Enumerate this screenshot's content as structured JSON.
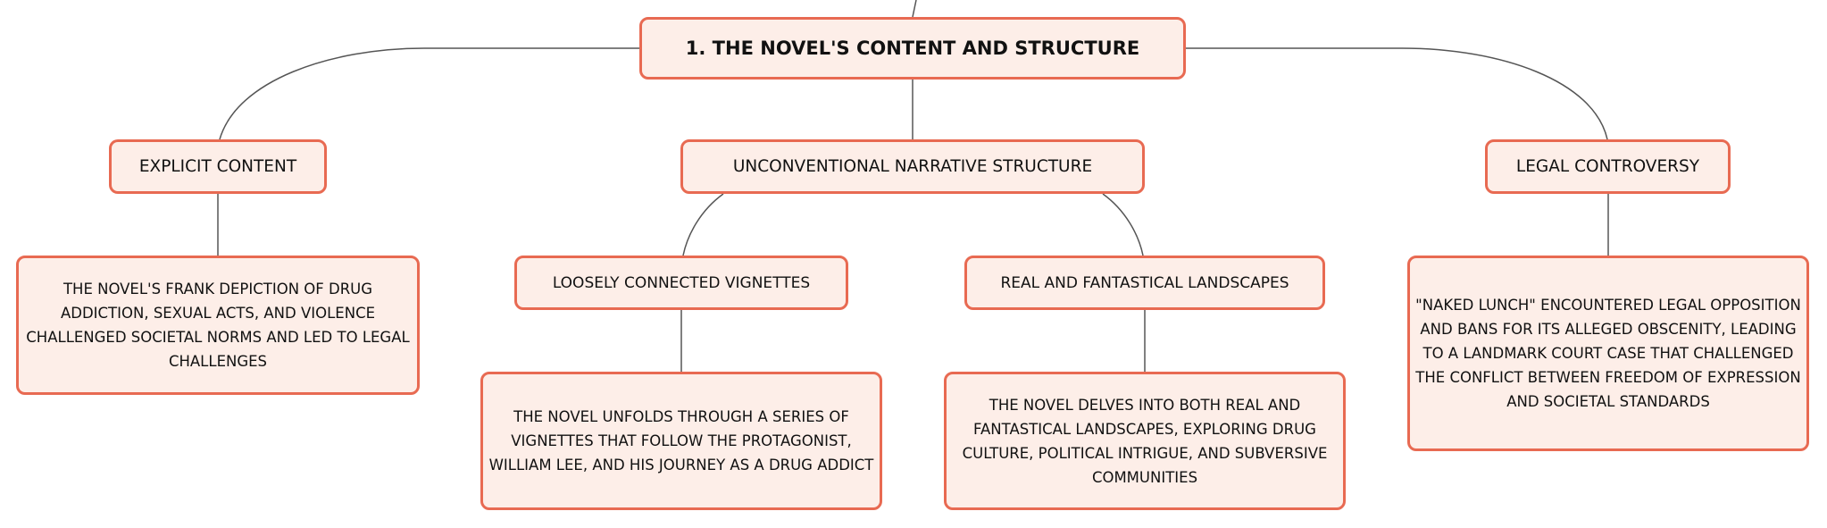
{
  "root": {
    "label": "1. THE NOVEL'S CONTENT AND STRUCTURE"
  },
  "topics": {
    "explicit": {
      "label": "EXPLICIT CONTENT",
      "detail": "THE NOVEL'S FRANK DEPICTION OF DRUG ADDICTION, SEXUAL ACTS, AND VIOLENCE CHALLENGED SOCIETAL NORMS AND LED TO LEGAL CHALLENGES"
    },
    "narrative": {
      "label": "UNCONVENTIONAL NARRATIVE STRUCTURE",
      "subtopics": {
        "vignettes": {
          "label": "LOOSELY CONNECTED VIGNETTES",
          "detail": "THE NOVEL UNFOLDS THROUGH A SERIES OF VIGNETTES THAT FOLLOW THE PROTAGONIST, WILLIAM LEE, AND HIS JOURNEY AS A DRUG ADDICT"
        },
        "landscapes": {
          "label": "REAL AND FANTASTICAL LANDSCAPES",
          "detail": "THE NOVEL DELVES INTO BOTH REAL AND FANTASTICAL LANDSCAPES, EXPLORING DRUG CULTURE, POLITICAL INTRIGUE, AND SUBVERSIVE COMMUNITIES"
        }
      }
    },
    "legal": {
      "label": "LEGAL CONTROVERSY",
      "detail": "\"NAKED LUNCH\" ENCOUNTERED LEGAL OPPOSITION AND BANS FOR ITS ALLEGED OBSCENITY, LEADING TO A LANDMARK COURT CASE THAT CHALLENGED THE CONFLICT BETWEEN FREEDOM OF EXPRESSION AND SOCIETAL STANDARDS"
    }
  },
  "colors": {
    "node_fill": "#fdeee8",
    "node_border": "#e86a52",
    "connector": "#555555",
    "text": "#111111"
  }
}
